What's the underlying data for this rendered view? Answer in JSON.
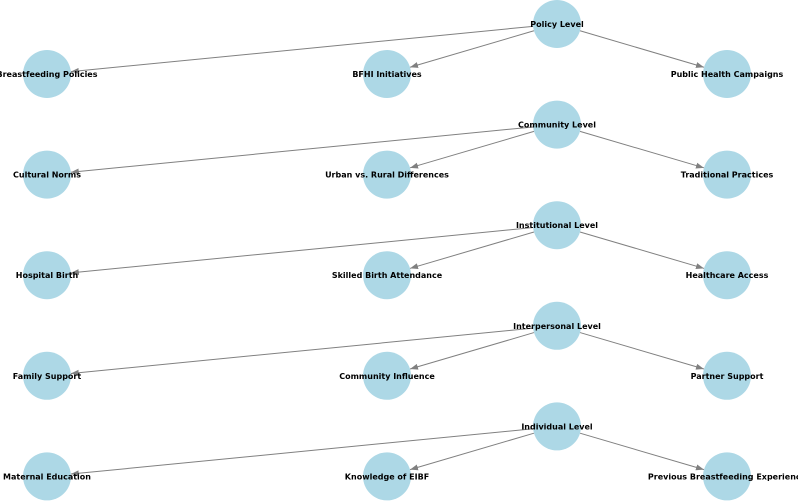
{
  "diagram": {
    "node_fill": "#add8e6",
    "edge_color": "#808080",
    "label_color": "#000000",
    "levels": [
      {
        "label": "Policy Level",
        "children": [
          "Breastfeeding Policies",
          "BFHI Initiatives",
          "Public Health Campaigns"
        ]
      },
      {
        "label": "Community Level",
        "children": [
          "Cultural Norms",
          "Urban vs. Rural Differences",
          "Traditional Practices"
        ]
      },
      {
        "label": "Institutional Level",
        "children": [
          "Hospital Birth",
          "Skilled Birth Attendance",
          "Healthcare Access"
        ]
      },
      {
        "label": "Interpersonal Level",
        "children": [
          "Family Support",
          "Community Influence",
          "Partner Support"
        ]
      },
      {
        "label": "Individual Level",
        "children": [
          "Maternal Education",
          "Knowledge of EIBF",
          "Previous Breastfeeding Experience"
        ]
      }
    ]
  }
}
